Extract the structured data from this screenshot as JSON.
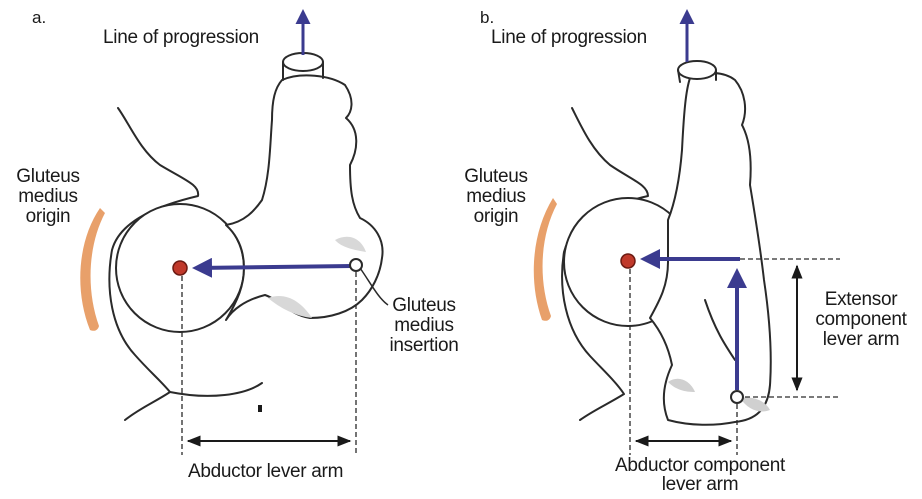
{
  "panel_a": {
    "letter": "a.",
    "line_of_progression": "Line of progression",
    "origin_label": [
      "Gluteus",
      "medius",
      "origin"
    ],
    "insertion_label": [
      "Gluteus",
      "medius",
      "insertion"
    ],
    "lever_arm_label": "Abductor lever arm"
  },
  "panel_b": {
    "letter": "b.",
    "line_of_progression": "Line of progression",
    "origin_label": [
      "Gluteus",
      "medius",
      "origin"
    ],
    "extensor_label": [
      "Extensor",
      "component",
      "lever arm"
    ],
    "abductor_label": [
      "Abductor component",
      "lever arm"
    ]
  },
  "colors": {
    "vector": "#3b3b8f",
    "hip_center": "#c0392b",
    "muscle": "#e8a06a",
    "outline": "#2a2a2a"
  }
}
